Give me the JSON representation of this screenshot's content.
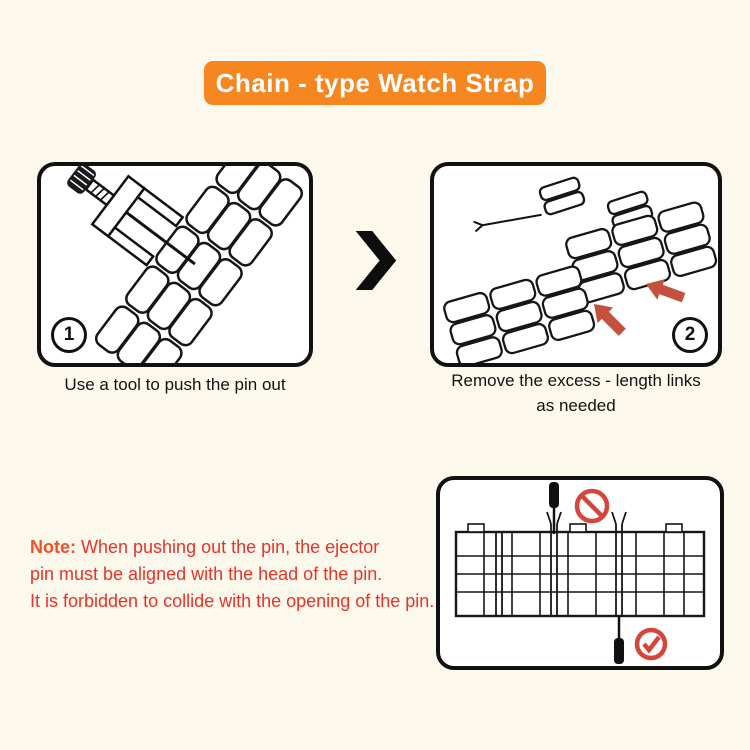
{
  "title": {
    "label": "Chain - type Watch Strap"
  },
  "steps": [
    {
      "number": "1",
      "caption": "Use a tool to push the pin out"
    },
    {
      "number": "2",
      "caption_line1": "Remove the excess - length links",
      "caption_line2": "as needed"
    }
  ],
  "note": {
    "label": "Note:",
    "line1": "When pushing out the pin, the ejector",
    "line2": "pin must be aligned with the head of the pin.",
    "line3": "It is forbidden to collide with the opening of the pin."
  },
  "icons": {
    "step_arrow": "chevron-right-icon",
    "wrong": "prohibition-icon",
    "correct": "check-circle-icon",
    "push_direction": "red-arrow-icon"
  },
  "colors": {
    "background": "#fcf8ec",
    "banner_bg": "#f6861f",
    "banner_text": "#ffffff",
    "panel_border": "#111111",
    "note_label": "#f04f27",
    "note_text": "#e6332a",
    "arrow_red": "#c5503b",
    "status_red": "#d6453a"
  }
}
